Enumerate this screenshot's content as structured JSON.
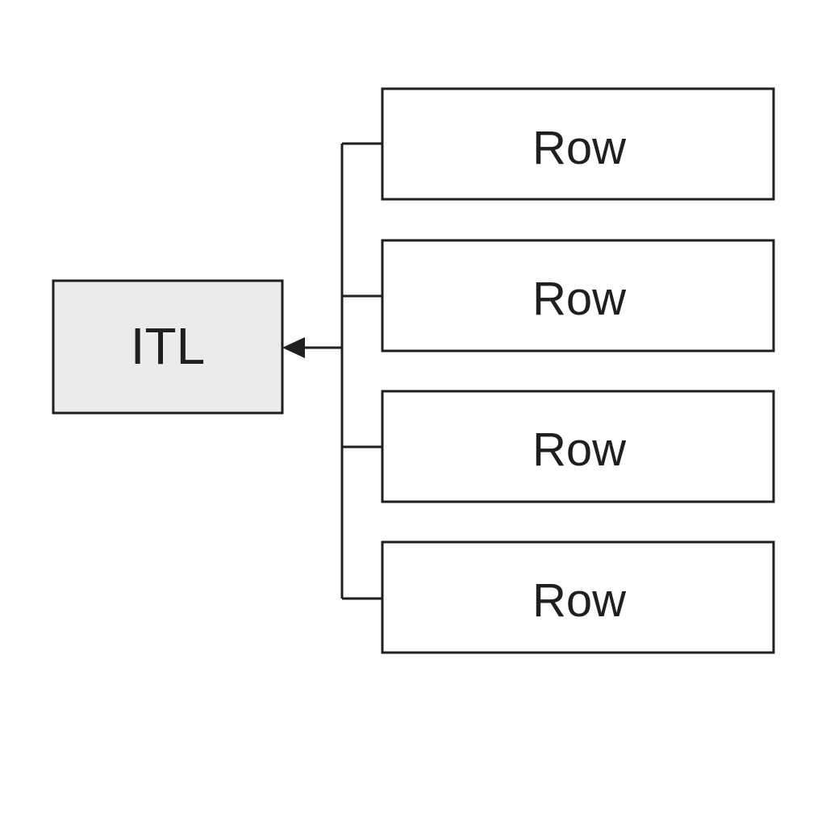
{
  "diagram": {
    "target": {
      "label": "ITL",
      "fill": "#ebebeb"
    },
    "rows": [
      {
        "label": "Row"
      },
      {
        "label": "Row"
      },
      {
        "label": "Row"
      },
      {
        "label": "Row"
      }
    ],
    "connector": {
      "arrow": "pointing-left",
      "direction": "rows-to-target"
    },
    "colors": {
      "stroke": "#1f1f1f",
      "text": "#1f1f1f",
      "row_fill": "#ffffff",
      "background": "#fdfdfd"
    }
  }
}
